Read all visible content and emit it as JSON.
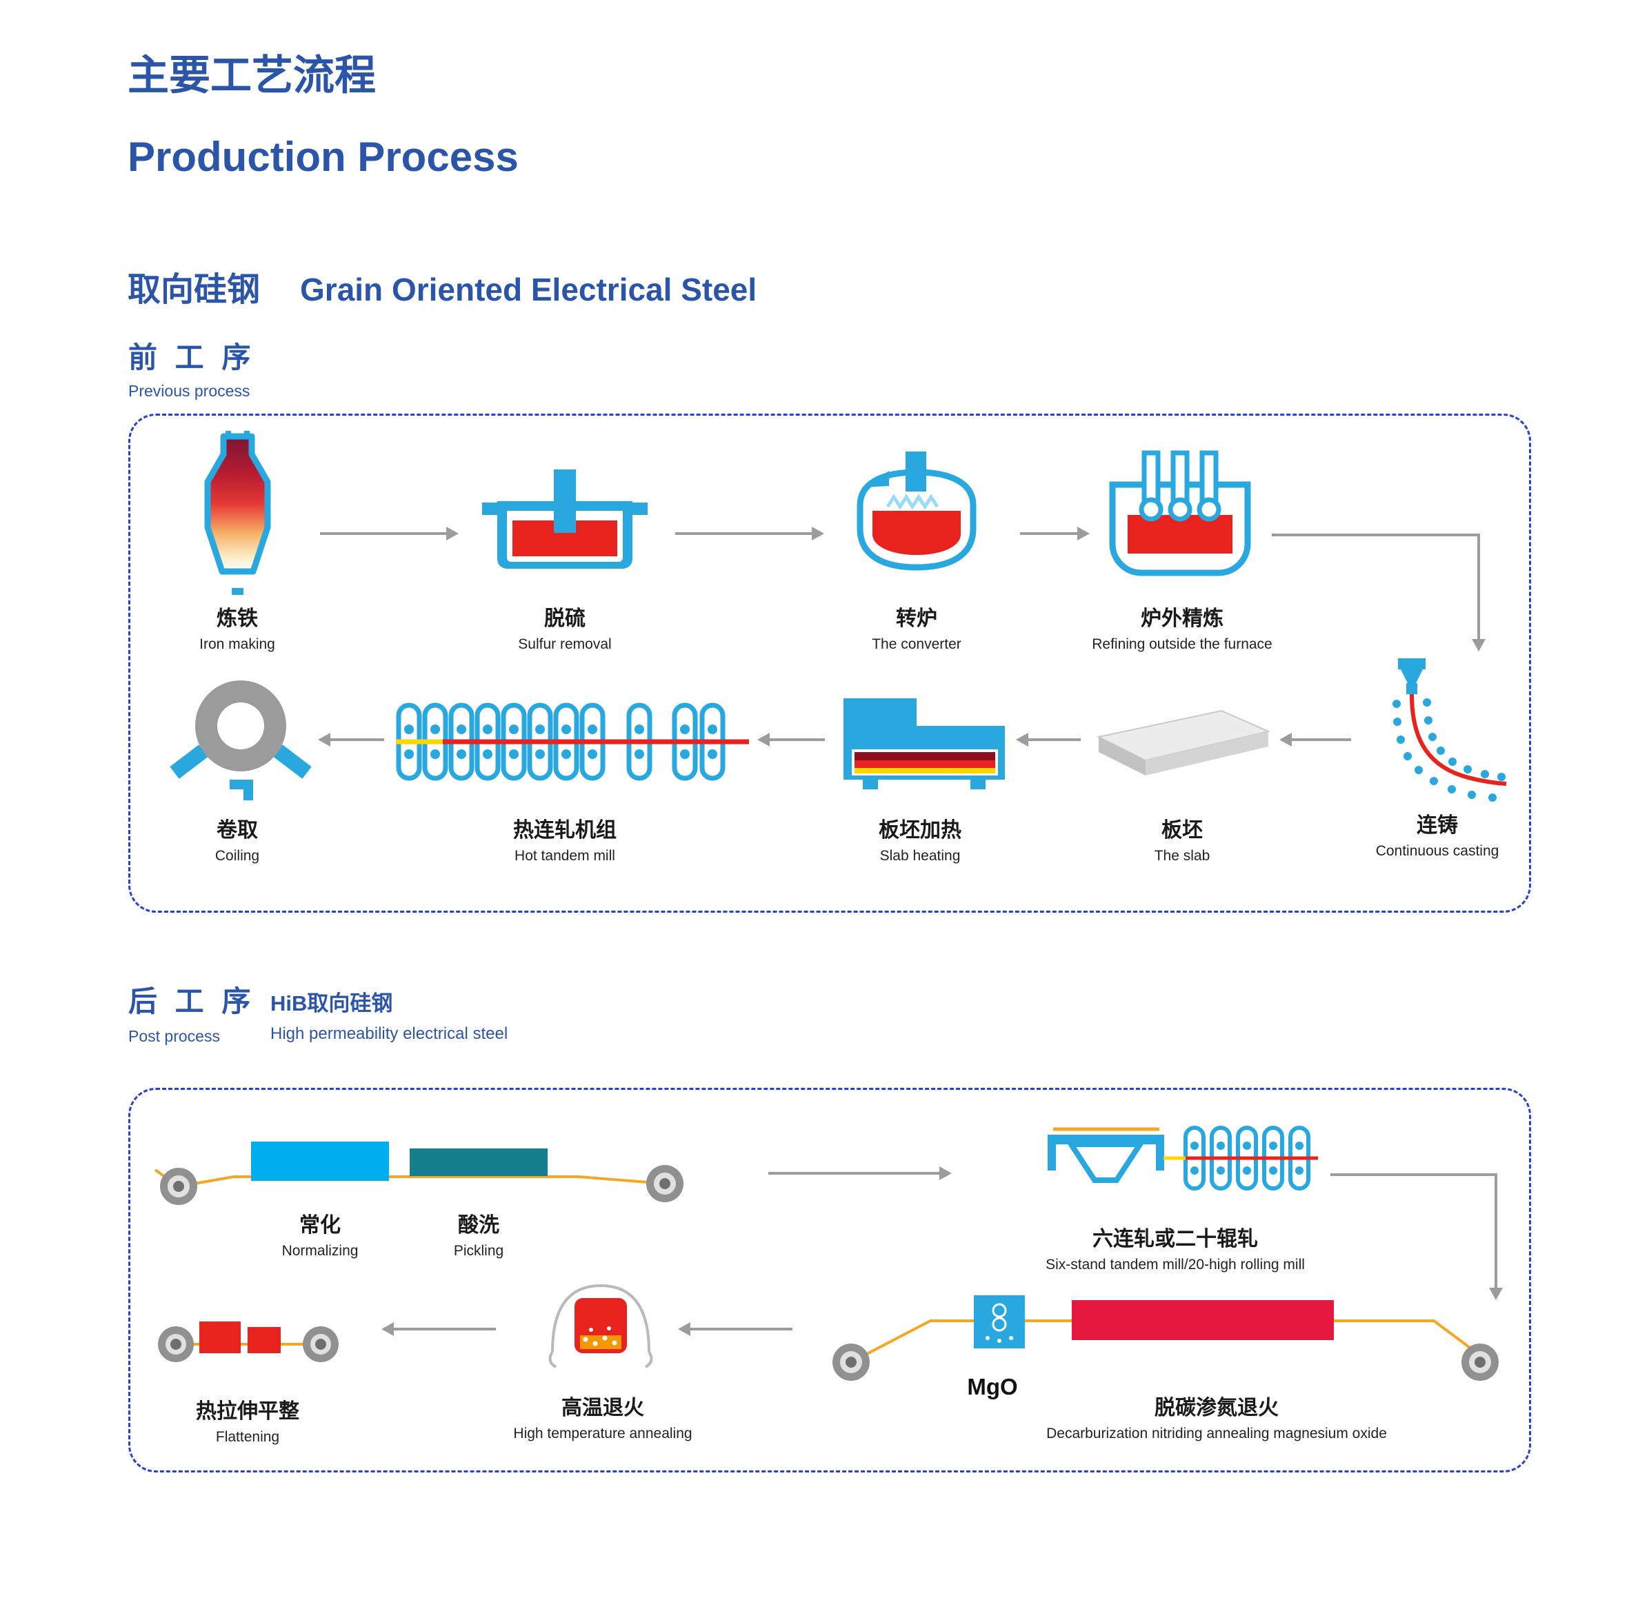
{
  "header": {
    "title_zh": "主要工艺流程",
    "title_en": "Production Process",
    "subtitle_zh": "取向硅钢",
    "subtitle_en": "Grain Oriented Electrical Steel"
  },
  "pre": {
    "heading_zh": "前 工 序",
    "heading_en": "Previous process",
    "steps": {
      "iron": {
        "zh": "炼铁",
        "en": "Iron making",
        "icon": "blast-furnace-icon"
      },
      "sulfur": {
        "zh": "脱硫",
        "en": "Sulfur removal",
        "icon": "ladle-icon"
      },
      "converter": {
        "zh": "转炉",
        "en": "The converter",
        "icon": "converter-icon"
      },
      "refining": {
        "zh": "炉外精炼",
        "en": "Refining outside the furnace",
        "icon": "refining-furnace-icon"
      },
      "coiling": {
        "zh": "卷取",
        "en": "Coiling",
        "icon": "coiler-icon"
      },
      "tandem": {
        "zh": "热连轧机组",
        "en": "Hot tandem mill",
        "icon": "tandem-mill-icon"
      },
      "slab_heating": {
        "zh": "板坯加热",
        "en": "Slab heating",
        "icon": "reheating-furnace-icon"
      },
      "slab": {
        "zh": "板坯",
        "en": "The slab",
        "icon": "slab-icon"
      },
      "casting": {
        "zh": "连铸",
        "en": "Continuous casting",
        "icon": "continuous-caster-icon"
      }
    }
  },
  "post": {
    "heading_zh": "后 工 序",
    "heading_en": "Post process",
    "sub_zh": "HiB取向硅钢",
    "sub_en": "High permeability electrical steel",
    "steps": {
      "normalizing": {
        "zh": "常化",
        "en": "Normalizing",
        "icon": "normalizing-line-icon"
      },
      "pickling": {
        "zh": "酸洗",
        "en": "Pickling",
        "icon": "pickling-tank-icon"
      },
      "mill": {
        "zh": "六连轧或二十辊轧",
        "en": "Six-stand tandem mill/20-high rolling mill",
        "icon": "cold-rolling-mill-icon"
      },
      "mgo": {
        "label": "MgO",
        "icon": "mgo-coater-icon"
      },
      "decarb": {
        "zh": "脱碳渗氮退火",
        "en": "Decarburization nitriding annealing magnesium oxide",
        "icon": "annealing-line-icon"
      },
      "annealing": {
        "zh": "高温退火",
        "en": "High temperature annealing",
        "icon": "bell-furnace-icon"
      },
      "flattening": {
        "zh": "热拉伸平整",
        "en": "Flattening",
        "icon": "flattening-line-icon"
      }
    }
  },
  "colors": {
    "heading_blue": "#2b55a8",
    "border_blue": "#2742c8",
    "icon_blue": "#29a8e0",
    "cyan": "#00aeef",
    "teal": "#157f8d",
    "red": "#e8221c",
    "crimson": "#e5173f",
    "orange": "#f5a623",
    "yellow": "#ffd600",
    "arrow_gray": "#9c9c9c"
  }
}
